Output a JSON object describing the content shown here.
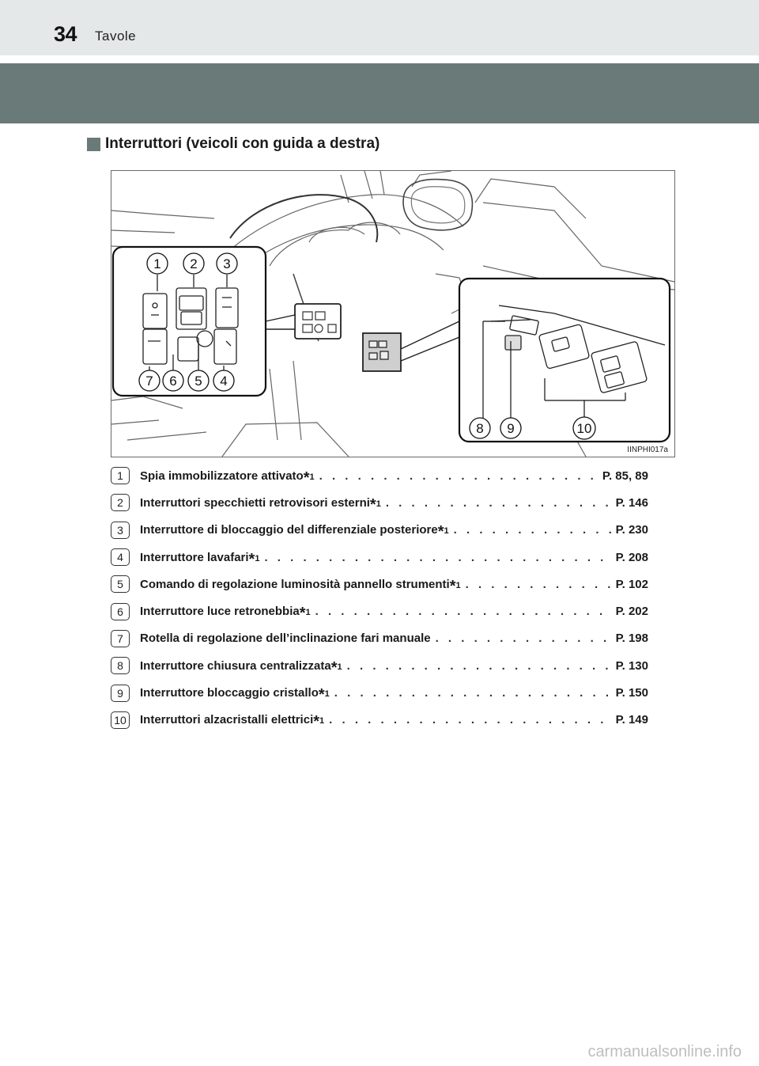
{
  "header": {
    "page_number": "34",
    "section_title": "Tavole"
  },
  "subheading": "Interruttori (veicoli con guida a destra)",
  "figure": {
    "code": "IINPHI017a",
    "callouts_left": [
      "1",
      "2",
      "3",
      "7",
      "6",
      "5",
      "4"
    ],
    "callouts_right": [
      "8",
      "9",
      "10"
    ]
  },
  "items": [
    {
      "num": "1",
      "label": "Spia immobilizzatore attivato",
      "note": "*1",
      "page": "P. 85, 89"
    },
    {
      "num": "2",
      "label": "Interruttori specchietti retrovisori esterni",
      "note": "*1",
      "page": "P. 146"
    },
    {
      "num": "3",
      "label": "Interruttore di bloccaggio del differenziale posteriore",
      "note": "*1",
      "page": "P. 230"
    },
    {
      "num": "4",
      "label": "Interruttore lavafari",
      "note": "*1",
      "page": "P. 208"
    },
    {
      "num": "5",
      "label": "Comando di regolazione luminosità pannello strumenti",
      "note": "*1",
      "page": "P. 102"
    },
    {
      "num": "6",
      "label": "Interruttore luce retronebbia",
      "note": "*1",
      "page": "P. 202"
    },
    {
      "num": "7",
      "label": "Rotella di regolazione dell’inclinazione fari manuale",
      "note": "",
      "page": "P. 198"
    },
    {
      "num": "8",
      "label": "Interruttore chiusura centralizzata",
      "note": "*1",
      "page": "P. 130"
    },
    {
      "num": "9",
      "label": "Interruttore bloccaggio cristallo",
      "note": "*1",
      "page": "P. 150"
    },
    {
      "num": "10",
      "label": "Interruttori alzacristalli elettrici",
      "note": "*1",
      "page": "P. 149"
    }
  ],
  "watermark": "carmanualsonline.info"
}
